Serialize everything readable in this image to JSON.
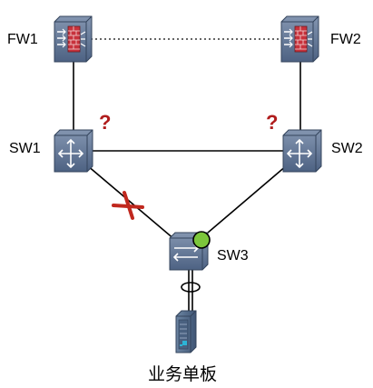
{
  "nodes": {
    "fw1": {
      "label": "FW1",
      "type": "firewall",
      "icon": "firewall-icon"
    },
    "fw2": {
      "label": "FW2",
      "type": "firewall",
      "icon": "firewall-icon"
    },
    "sw1": {
      "label": "SW1",
      "type": "switch",
      "icon": "switch-icon"
    },
    "sw2": {
      "label": "SW2",
      "type": "switch",
      "icon": "switch-icon"
    },
    "sw3": {
      "label": "SW3",
      "type": "switch",
      "icon": "switch-icon"
    },
    "board": {
      "label": "业务单板",
      "type": "service-board",
      "icon": "server-board-icon"
    }
  },
  "links": [
    {
      "from": "FW1",
      "to": "FW2",
      "style": "dotted"
    },
    {
      "from": "FW1",
      "to": "SW1",
      "style": "solid"
    },
    {
      "from": "FW2",
      "to": "SW2",
      "style": "solid"
    },
    {
      "from": "SW1",
      "to": "SW2",
      "style": "solid"
    },
    {
      "from": "SW1",
      "to": "SW3",
      "style": "solid",
      "status": "failed"
    },
    {
      "from": "SW2",
      "to": "SW3",
      "style": "solid",
      "status": "up"
    },
    {
      "from": "SW3",
      "to": "业务单板",
      "style": "aggregated"
    }
  ],
  "markers": {
    "question": "?",
    "fault_icon": "red-cross-icon",
    "active_icon": "green-dot-icon"
  },
  "colors": {
    "device_fill": "#5b7090",
    "device_dark": "#3e5270",
    "firewall_red": "#c8323c",
    "fault_red": "#c0281e",
    "question_red": "#b01c1c",
    "active_green": "#7cc63c"
  }
}
